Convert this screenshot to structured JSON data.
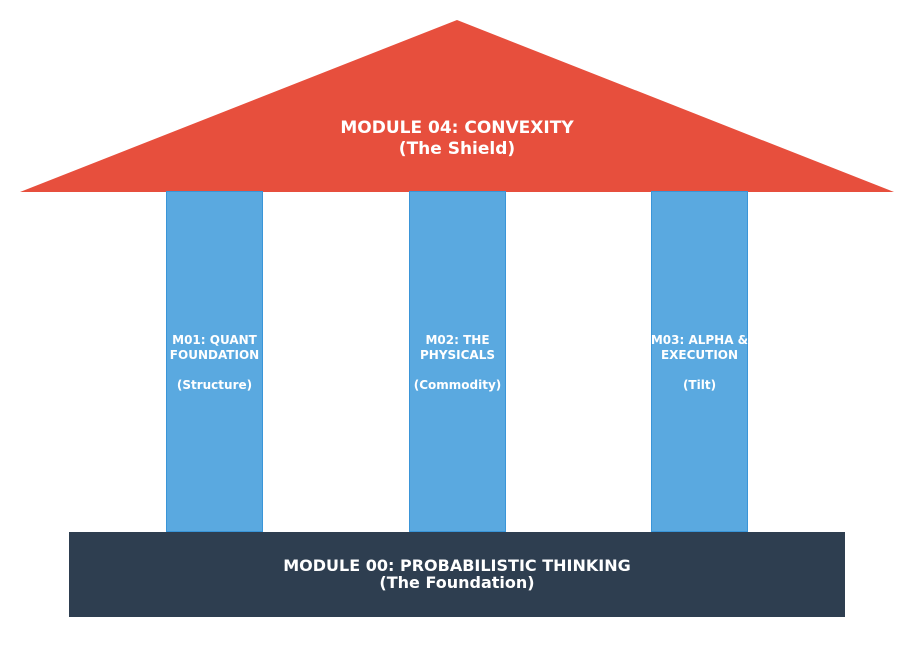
{
  "colors": {
    "roof": "#e74f3d",
    "pillar": "#5aa9e0",
    "base": "#2e3e50",
    "text": "#ffffff"
  },
  "roof": {
    "title": "MODULE 04: CONVEXITY",
    "subtitle": "(The Shield)"
  },
  "pillars": [
    {
      "line1": "M01: QUANT",
      "line2": "FOUNDATION",
      "sub": "(Structure)"
    },
    {
      "line1": "M02: THE",
      "line2": "PHYSICALS",
      "sub": "(Commodity)"
    },
    {
      "line1": "M03: ALPHA &",
      "line2": "EXECUTION",
      "sub": "(Tilt)"
    }
  ],
  "base": {
    "title": "MODULE 00: PROBABILISTIC THINKING",
    "subtitle": "(The Foundation)"
  }
}
